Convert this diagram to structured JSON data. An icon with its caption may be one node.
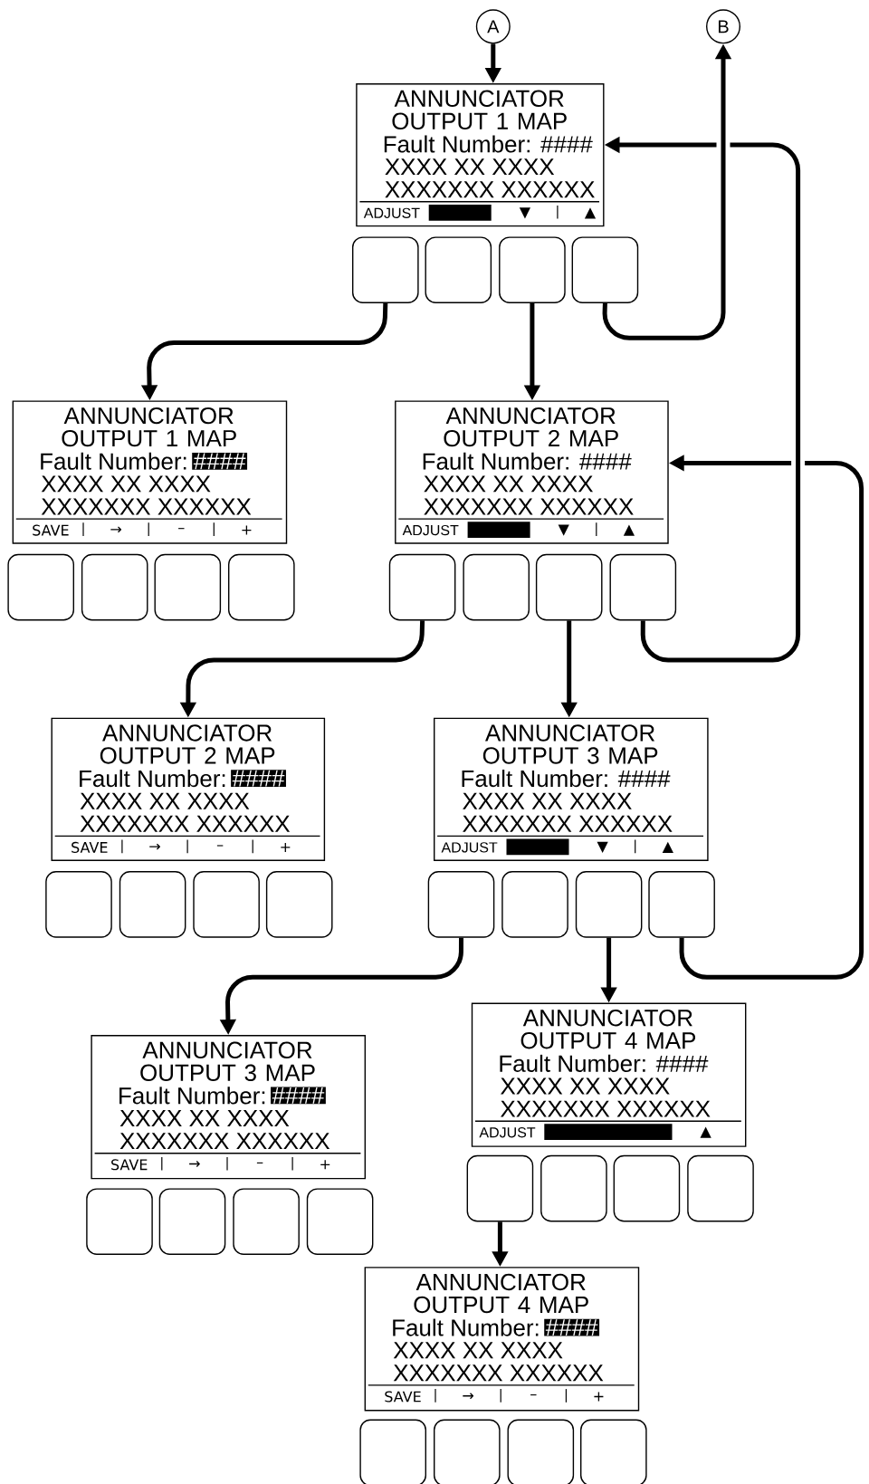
{
  "diagram": {
    "nodes": [
      {
        "text": [
          "A"
        ]
      },
      {
        "text": [
          "B"
        ]
      },
      {
        "text": [
          "ANNUNCIATOR OUTPUT 1 MAP",
          "Fault Number: ####",
          "XXXX XX XXXX",
          "XXXXXXX XXXXXX",
          "ADJUST",
          "▼",
          "▲"
        ]
      },
      {
        "text": [],
        "shape": "box"
      },
      {
        "text": [],
        "shape": "box"
      },
      {
        "text": [],
        "shape": "box"
      },
      {
        "text": [],
        "shape": "box"
      },
      {
        "text": [
          "ANNUNCIATOR OUTPUT 1 MAP",
          "Fault Number:",
          "####",
          "XXXX XX XXXX",
          "XXXXXXX XXXXXX",
          "SAVE",
          "→",
          "–",
          "+"
        ]
      },
      {
        "text": [],
        "shape": "box"
      },
      {
        "text": [],
        "shape": "box"
      },
      {
        "text": [],
        "shape": "box"
      },
      {
        "text": [],
        "shape": "box"
      },
      {
        "text": [
          "ANNUNCIATOR OUTPUT 2 MAP",
          "Fault Number: ####",
          "XXXX XX XXXX",
          "XXXXXXX XXXXXX",
          "ADJUST",
          "▼",
          "▲"
        ]
      },
      {
        "text": [],
        "shape": "box"
      },
      {
        "text": [],
        "shape": "box"
      },
      {
        "text": [],
        "shape": "box"
      },
      {
        "text": [],
        "shape": "box"
      },
      {
        "text": [
          "ANNUNCIATOR OUTPUT 2 MAP",
          "Fault Number:",
          "####",
          "XXXX XX XXXX",
          "XXXXXXX XXXXXX",
          "SAVE",
          "→",
          "–",
          "+"
        ]
      },
      {
        "text": [],
        "shape": "box"
      },
      {
        "text": [],
        "shape": "box"
      },
      {
        "text": [],
        "shape": "box"
      },
      {
        "text": [],
        "shape": "box"
      },
      {
        "text": [
          "ANNUNCIATOR OUTPUT 3 MAP",
          "Fault Number: ####",
          "XXXX XX XXXX",
          "XXXXXXX XXXXXX",
          "ADJUST",
          "▼",
          "▲"
        ]
      },
      {
        "text": [],
        "shape": "box"
      },
      {
        "text": [],
        "shape": "box"
      },
      {
        "text": [],
        "shape": "box"
      },
      {
        "text": [],
        "shape": "box"
      },
      {
        "text": [
          "ANNUNCIATOR OUTPUT 3 MAP",
          "Fault Number:",
          "####",
          "XXXX XX XXXX",
          "XXXXXXX XXXXXX",
          "SAVE",
          "→",
          "–",
          "+"
        ]
      },
      {
        "text": [],
        "shape": "box"
      },
      {
        "text": [],
        "shape": "box"
      },
      {
        "text": [],
        "shape": "box"
      },
      {
        "text": [],
        "shape": "box"
      },
      {
        "text": [
          "ANNUNCIATOR OUTPUT 4 MAP",
          "Fault Number: ####",
          "XXXX XX XXXX",
          "XXXXXXX XXXXXX",
          "ADJUST",
          "▲"
        ]
      },
      {
        "text": [],
        "shape": "box"
      },
      {
        "text": [],
        "shape": "box"
      },
      {
        "text": [],
        "shape": "box"
      },
      {
        "text": [],
        "shape": "box"
      },
      {
        "text": [
          "ANNUNCIATOR OUTPUT 4 MAP",
          "Fault Number:",
          "####",
          "XXXX XX XXXX",
          "XXXXXXX XXXXXX",
          "SAVE",
          "→",
          "–",
          "+"
        ]
      },
      {
        "text": [],
        "shape": "box"
      },
      {
        "text": [],
        "shape": "box"
      },
      {
        "text": [],
        "shape": "box"
      },
      {
        "text": [],
        "shape": "box"
      }
    ],
    "edges": [
      {
        "from": 0,
        "to": 2,
        "arrow": "to"
      },
      {
        "from": 6,
        "to": 1,
        "arrow": "to"
      },
      {
        "from": 3,
        "to": 7,
        "arrow": "to"
      },
      {
        "from": 5,
        "to": 12,
        "arrow": "to"
      },
      {
        "from": 16,
        "to": 2,
        "arrow": "to"
      },
      {
        "from": 13,
        "to": 17,
        "arrow": "to"
      },
      {
        "from": 15,
        "to": 22,
        "arrow": "to"
      },
      {
        "from": 26,
        "to": 12,
        "arrow": "to"
      },
      {
        "from": 23,
        "to": 27,
        "arrow": "to"
      },
      {
        "from": 25,
        "to": 32,
        "arrow": "to"
      },
      {
        "from": 33,
        "to": 37,
        "arrow": "to"
      }
    ]
  }
}
